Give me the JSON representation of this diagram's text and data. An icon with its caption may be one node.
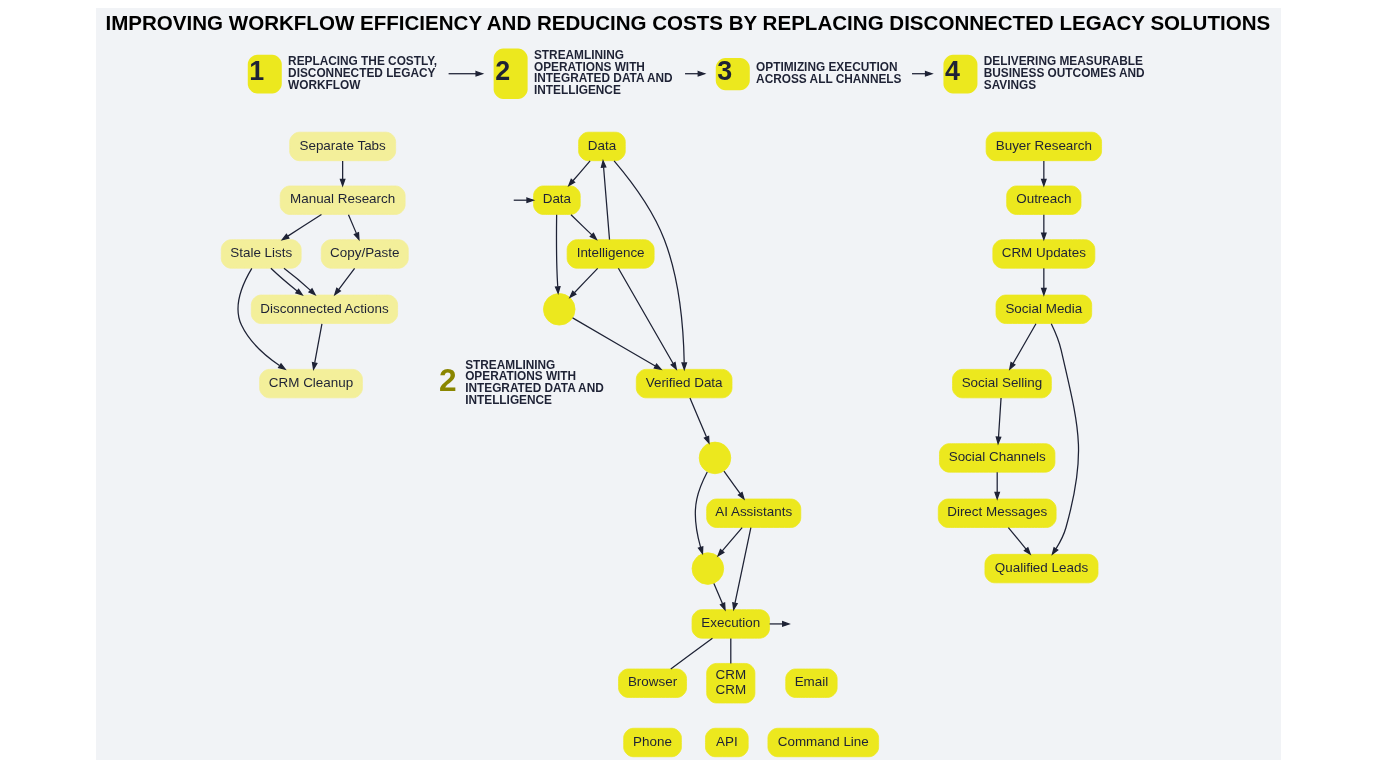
{
  "diagram": {
    "title": "IMPROVING WORKFLOW EFFICIENCY AND REDUCING COSTS BY REPLACING DISCONNECTED LEGACY SOLUTIONS",
    "nodes": [
      {
        "text": [
          "1",
          "REPLACING THE COSTLY, DISCONNECTED LEGACY WORKFLOW"
        ]
      },
      {
        "text": [
          "2",
          "STREAMLINING OPERATIONS WITH INTEGRATED DATA AND INTELLIGENCE"
        ]
      },
      {
        "text": [
          "3",
          "OPTIMIZING EXECUTION ACROSS ALL CHANNELS"
        ]
      },
      {
        "text": [
          "4",
          "DELIVERING MEASURABLE BUSINESS OUTCOMES AND SAVINGS"
        ]
      },
      {
        "text": [
          "Separate Tabs"
        ]
      },
      {
        "text": [
          "Manual Research"
        ]
      },
      {
        "text": [
          "Copy/Paste"
        ]
      },
      {
        "text": [
          "Stale Lists"
        ]
      },
      {
        "text": [
          "Disconnected Actions"
        ]
      },
      {
        "text": [
          "CRM Cleanup"
        ]
      },
      {
        "text": [
          "Data"
        ]
      },
      {
        "text": [
          "Data"
        ]
      },
      {
        "text": [
          "Intelligence"
        ]
      },
      {
        "text": [
          "Verified Data"
        ]
      },
      {
        "text": [],
        "shape": "circle"
      },
      {
        "text": [],
        "shape": "circle"
      },
      {
        "text": [],
        "shape": "circle"
      },
      {
        "text": [
          "AI Assistants"
        ]
      },
      {
        "text": [
          "Execution"
        ]
      },
      {
        "text": [
          "Browser"
        ]
      },
      {
        "text": [
          "CRM",
          "CRM"
        ]
      },
      {
        "text": [
          "Email"
        ]
      },
      {
        "text": [
          "Phone"
        ]
      },
      {
        "text": [
          "API"
        ]
      },
      {
        "text": [
          "Command Line"
        ]
      },
      {
        "text": [
          "Buyer Research"
        ]
      },
      {
        "text": [
          "Outreach"
        ]
      },
      {
        "text": [
          "CRM Updates"
        ]
      },
      {
        "text": [
          "Social Media"
        ]
      },
      {
        "text": [
          "Social Selling"
        ]
      },
      {
        "text": [
          "Social Channels"
        ]
      },
      {
        "text": [
          "Direct Messages"
        ]
      },
      {
        "text": [
          "Qualified Leads"
        ]
      }
    ],
    "edges": [
      {
        "from": 0,
        "to": 1,
        "arrow": "to"
      },
      {
        "from": 1,
        "to": 2,
        "arrow": "to"
      },
      {
        "from": 2,
        "to": 3,
        "arrow": "to"
      },
      {
        "from": 4,
        "to": 5,
        "arrow": "to"
      },
      {
        "from": 5,
        "to": 6,
        "arrow": "to"
      },
      {
        "from": 5,
        "to": 7,
        "arrow": "to"
      },
      {
        "from": 7,
        "to": 8,
        "arrow": "to"
      },
      {
        "from": 6,
        "to": 8,
        "arrow": "to"
      },
      {
        "from": 7,
        "to": 8,
        "arrow": "to"
      },
      {
        "from": 7,
        "to": 9,
        "arrow": "to"
      },
      {
        "from": 8,
        "to": 9,
        "arrow": "to"
      },
      {
        "from": null,
        "to": 11,
        "arrow": "to"
      },
      {
        "from": 10,
        "to": 11,
        "arrow": "to"
      },
      {
        "from": 10,
        "to": 13,
        "arrow": "to"
      },
      {
        "from": 11,
        "to": 12,
        "arrow": "to"
      },
      {
        "from": 12,
        "to": 10,
        "arrow": "to"
      },
      {
        "from": 12,
        "to": 13,
        "arrow": "to"
      },
      {
        "from": 12,
        "to": 14,
        "arrow": "to"
      },
      {
        "from": 11,
        "to": 14,
        "arrow": "to"
      },
      {
        "from": 14,
        "to": 13,
        "arrow": "to"
      },
      {
        "from": 13,
        "to": 15,
        "arrow": "to"
      },
      {
        "from": 15,
        "to": 16,
        "arrow": "to"
      },
      {
        "from": 15,
        "to": 17,
        "arrow": "to"
      },
      {
        "from": 17,
        "to": 16,
        "arrow": "to"
      },
      {
        "from": 16,
        "to": 18,
        "arrow": "to"
      },
      {
        "from": 17,
        "to": 18,
        "arrow": "to"
      },
      {
        "from": 18,
        "to": 19,
        "arrow": "none"
      },
      {
        "from": 18,
        "to": 20,
        "arrow": "none"
      },
      {
        "from": 18,
        "to": null,
        "arrow": "to"
      },
      {
        "from": 25,
        "to": 26,
        "arrow": "to"
      },
      {
        "from": 26,
        "to": 27,
        "arrow": "to"
      },
      {
        "from": 27,
        "to": 28,
        "arrow": "to"
      },
      {
        "from": 28,
        "to": 29,
        "arrow": "to"
      },
      {
        "from": 29,
        "to": 30,
        "arrow": "to"
      },
      {
        "from": 30,
        "to": 31,
        "arrow": "to"
      },
      {
        "from": 28,
        "to": 32,
        "arrow": "to"
      },
      {
        "from": 31,
        "to": 32,
        "arrow": "to"
      }
    ],
    "labels": [
      "2",
      "STREAMLINING OPERATIONS WITH INTEGRATED DATA AND INTELLIGENCE"
    ]
  }
}
